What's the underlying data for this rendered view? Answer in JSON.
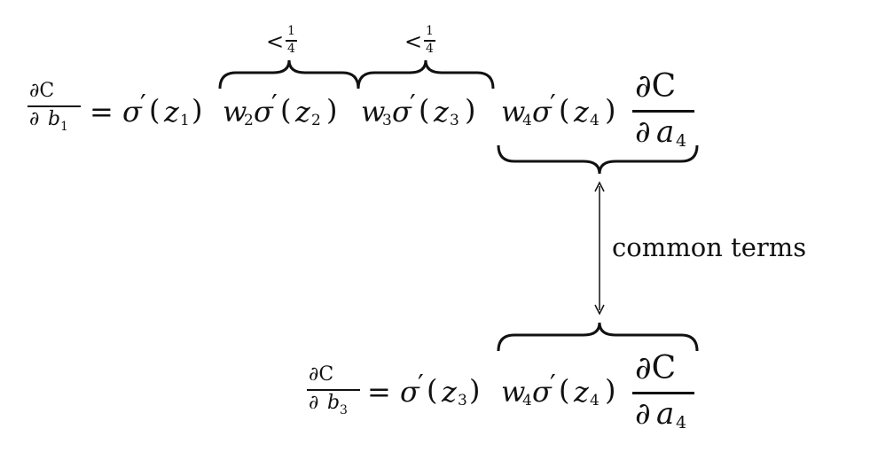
{
  "eq1": {
    "lhs_num": "∂C",
    "lhs_den_d": "∂",
    "lhs_den_b": "b",
    "lhs_den_sub": "1",
    "eq_sign": "=",
    "sigma": "σ",
    "prime": "′",
    "paren_open": "(",
    "paren_close": ")",
    "z": "z",
    "z1_sub": "1",
    "w": "w",
    "w2_sub": "2",
    "z2_sub": "2",
    "w3_sub": "3",
    "z3_sub": "3",
    "w4_sub": "4",
    "z4_sub": "4",
    "frac_num": "∂C",
    "frac_den_d": "∂",
    "frac_den_a": "a",
    "frac_den_sub": "4"
  },
  "eq2": {
    "lhs_num": "∂C",
    "lhs_den_d": "∂",
    "lhs_den_b": "b",
    "lhs_den_sub": "3",
    "eq_sign": "=",
    "sigma": "σ",
    "prime": "′",
    "paren_open": "(",
    "paren_close": ")",
    "z": "z",
    "z3_sub": "3",
    "w": "w",
    "w4_sub": "4",
    "z4_sub": "4",
    "frac_num": "∂C",
    "frac_den_d": "∂",
    "frac_den_a": "a",
    "frac_den_sub": "4"
  },
  "annotations": {
    "brace1_lt": "<",
    "brace1_num": "1",
    "brace1_den": "4",
    "brace2_lt": "<",
    "brace2_num": "1",
    "brace2_den": "4",
    "common_terms": "common terms"
  }
}
